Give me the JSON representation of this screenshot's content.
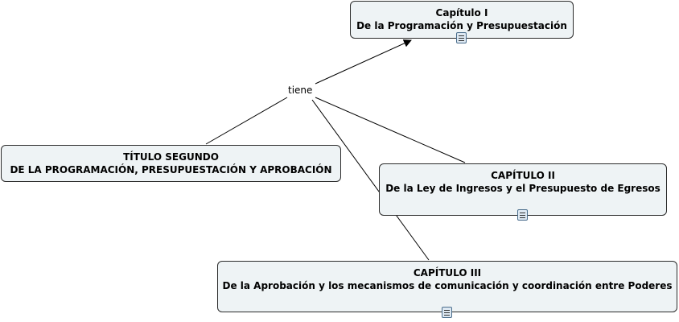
{
  "link_phrase": "tiene",
  "nodes": {
    "root": {
      "line1": "TÍTULO SEGUNDO",
      "line2": "DE LA PROGRAMACIÓN, PRESUPUESTACIÓN Y APROBACIÓN"
    },
    "cap1": {
      "line1": "Capítulo I",
      "line2": "De la Programación y Presupuestación"
    },
    "cap2": {
      "line1": "CAPÍTULO II",
      "line2": "De la Ley de Ingresos y el Presupuesto de Egresos"
    },
    "cap3": {
      "line1": "CAPÍTULO III",
      "line2": "De la Aprobación y los mecanismos de comunicación y coordinación entre Poderes"
    }
  },
  "icons": {
    "resource": "document-icon"
  },
  "colors": {
    "node_fill": "#eef3f5",
    "node_border": "#2b2b2b",
    "line": "#000000"
  }
}
